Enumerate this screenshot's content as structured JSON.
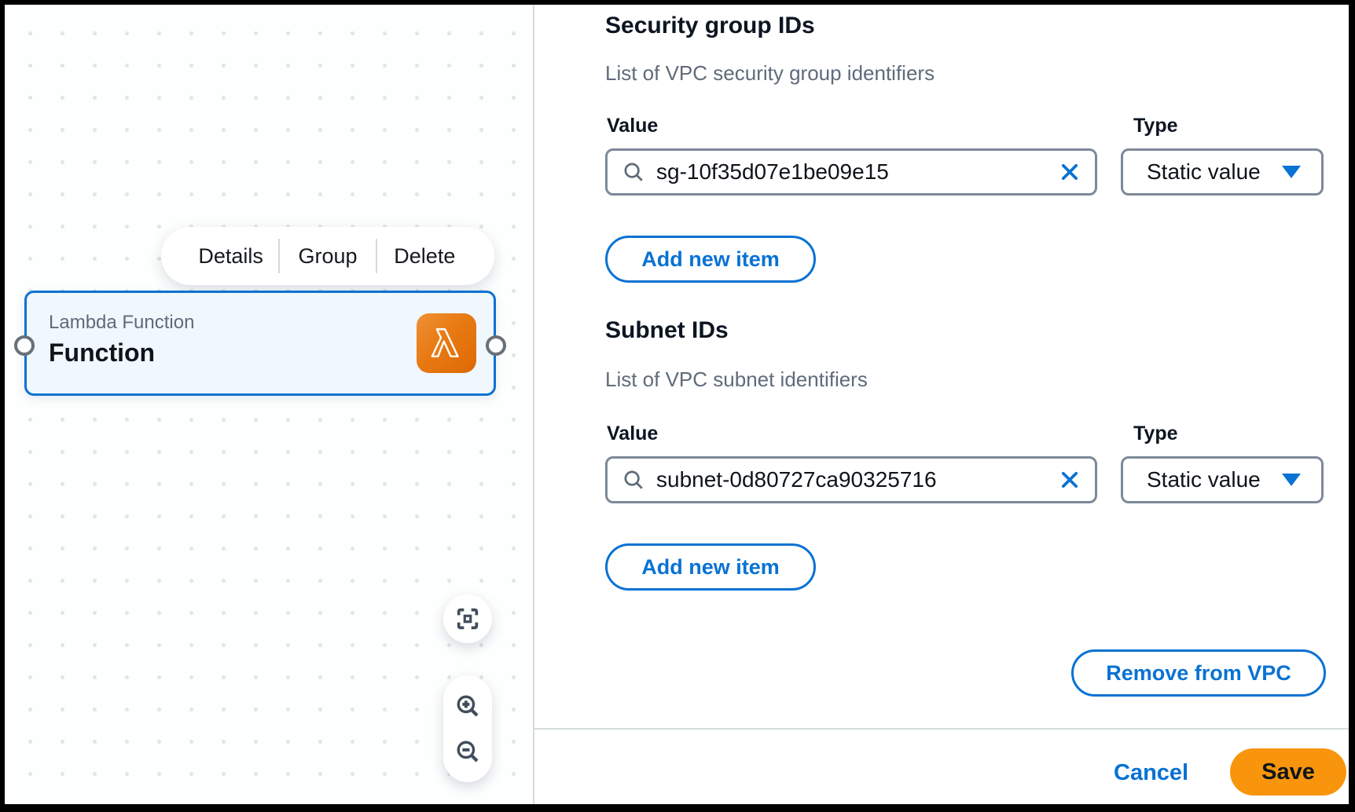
{
  "canvas": {
    "context_menu": {
      "items": [
        {
          "label": "Details"
        },
        {
          "label": "Group"
        },
        {
          "label": "Delete"
        }
      ]
    },
    "node": {
      "type_label": "Lambda Function",
      "name": "Function",
      "icon": "aws-lambda-icon"
    },
    "controls": {
      "fit_view_icon": "fit-view-icon",
      "zoom_in_icon": "zoom-in-icon",
      "zoom_out_icon": "zoom-out-icon"
    }
  },
  "panel": {
    "sections": [
      {
        "heading": "Security group IDs",
        "description": "List of VPC security group identifiers",
        "value_label": "Value",
        "type_label": "Type",
        "value": "sg-10f35d07e1be09e15",
        "type_value": "Static value",
        "add_button_label": "Add new item"
      },
      {
        "heading": "Subnet IDs",
        "description": "List of VPC subnet identifiers",
        "value_label": "Value",
        "type_label": "Type",
        "value": "subnet-0d80727ca90325716",
        "type_value": "Static value",
        "add_button_label": "Add new item"
      }
    ],
    "remove_button_label": "Remove from VPC",
    "footer": {
      "cancel_label": "Cancel",
      "save_label": "Save"
    }
  },
  "colors": {
    "accent_blue": "#0972d3",
    "save_orange": "#f8950c",
    "heading_text": "#0c1521",
    "secondary_text": "#5f6b7a",
    "input_border": "#7d8998",
    "node_border": "#0972d3",
    "node_background": "#f0f7fd",
    "lambda_icon_orange": "#e87a12",
    "divider": "#d5dbdb",
    "canvas_dot": "#e0e7e7"
  }
}
